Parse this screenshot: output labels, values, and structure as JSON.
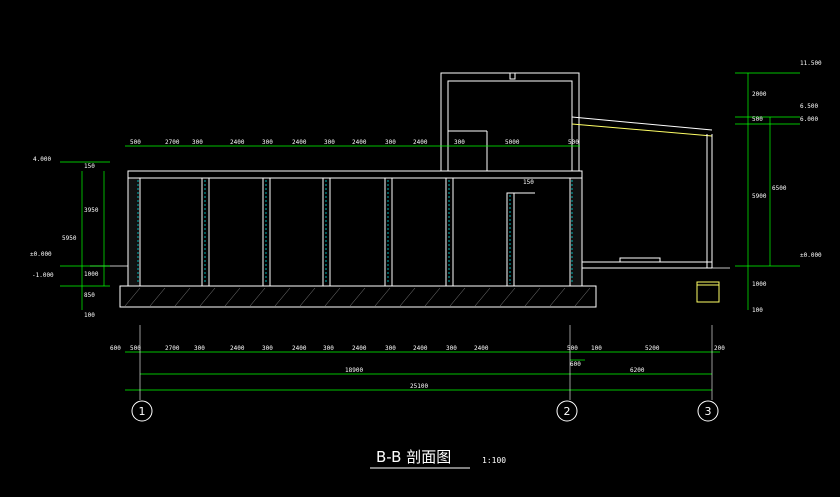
{
  "drawing": {
    "title": "B-B 剖面图",
    "scale": "1:100",
    "axes": [
      "1",
      "2",
      "3"
    ],
    "colors": {
      "background": "#000000",
      "wall": "#ffffff",
      "dimension": "#00ff00",
      "rebar": "#00ffff",
      "roof": "#ffff66",
      "hatch": "#cccccc"
    },
    "levels_left": [
      "4.000",
      "±0.000",
      "-1.000"
    ],
    "levels_right": [
      "11.500",
      "6.500",
      "6.000",
      "±0.000"
    ],
    "dims_left_vertical": [
      "150",
      "3950",
      "5950",
      "1000",
      "850",
      "100"
    ],
    "dims_right_vertical": [
      "2000",
      "500",
      "5900",
      "6500",
      "1000",
      "100"
    ],
    "dims_top": [
      "500",
      "2700",
      "300",
      "2400",
      "300",
      "2400",
      "300",
      "2400",
      "300",
      "2400",
      "300",
      "5000",
      "500"
    ],
    "dims_bottom": [
      "600",
      "500",
      "2700",
      "300",
      "2400",
      "300",
      "2400",
      "300",
      "2400",
      "300",
      "2400",
      "300",
      "2400",
      "500",
      "100",
      "5200",
      "200"
    ],
    "dims_totals": [
      "18900",
      "600",
      "6200",
      "25100"
    ],
    "dim_small": "150"
  }
}
